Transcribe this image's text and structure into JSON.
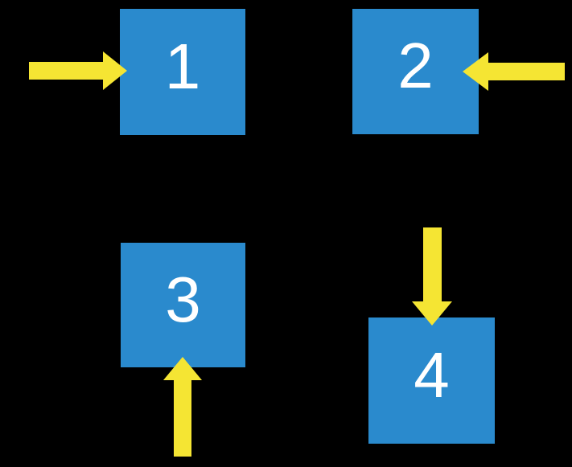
{
  "diagram": {
    "colors": {
      "background": "#000000",
      "box_fill": "#2a8acd",
      "arrow_fill": "#f5e533",
      "label": "#ffffff"
    },
    "boxes": [
      {
        "label": "1",
        "arrow": {
          "direction": "right",
          "enters_from": "left"
        }
      },
      {
        "label": "2",
        "arrow": {
          "direction": "left",
          "enters_from": "right"
        }
      },
      {
        "label": "3",
        "arrow": {
          "direction": "up",
          "enters_from": "bottom"
        }
      },
      {
        "label": "4",
        "arrow": {
          "direction": "down",
          "enters_from": "top"
        }
      }
    ]
  }
}
